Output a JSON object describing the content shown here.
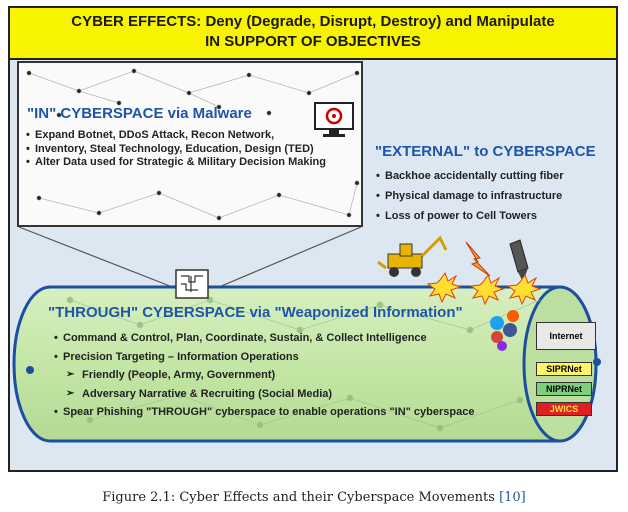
{
  "banner": {
    "line1": "CYBER EFFECTS: Deny (Degrade, Disrupt, Destroy) and Manipulate",
    "line2": "IN SUPPORT OF OBJECTIVES",
    "color": "#f8f400"
  },
  "in_cyberspace": {
    "title": "\"IN\" CYBERSPACE via Malware",
    "bullets": [
      "Expand Botnet, DDoS Attack, Recon Network,",
      "Inventory, Steal Technology, Education, Design (TED)",
      "Alter Data used for Strategic & Military Decision Making"
    ],
    "icon": "biohazard-monitor-icon"
  },
  "external": {
    "title": "\"EXTERNAL\" to CYBERSPACE",
    "bullets": [
      "Backhoe accidentally cutting fiber",
      "Physical damage to infrastructure",
      "Loss of power to Cell Towers"
    ],
    "icons": [
      "backhoe-icon",
      "lightning-icon",
      "bomb-icon",
      "explosion-icon"
    ]
  },
  "through": {
    "title": "\"THROUGH\" CYBERSPACE via \"Weaponized Information\"",
    "bullets": [
      "Command & Control, Plan, Coordinate, Sustain, & Collect Intelligence",
      "Precision Targeting – Information Operations"
    ],
    "sub_bullets": [
      "Friendly (People, Army, Government)",
      "Adversary Narrative & Recruiting (Social Media)"
    ],
    "last_bullet": "Spear Phishing \"THROUGH\" cyberspace to enable operations \"IN\" cyberspace",
    "icons": [
      "circuit-chip-icon",
      "social-media-icon"
    ]
  },
  "networks": [
    {
      "label": "Internet",
      "color": "#e8e8e8"
    },
    {
      "label": "SIPRNet",
      "color": "#fff46a"
    },
    {
      "label": "NIPRNet",
      "color": "#7fd07a"
    },
    {
      "label": "JWICS",
      "color": "#e02020"
    }
  ],
  "caption": {
    "text": "Figure 2.1: Cyber Effects and their Cyberspace Movements ",
    "ref": "[10]"
  }
}
